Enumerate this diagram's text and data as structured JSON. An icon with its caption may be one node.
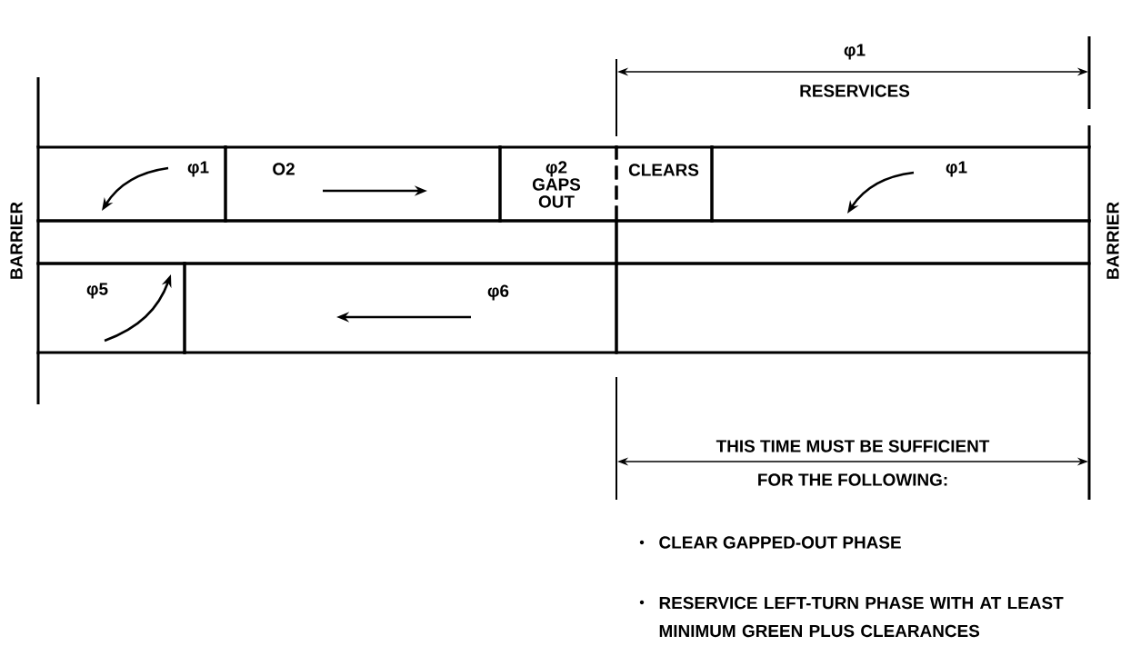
{
  "diagram": {
    "nodes": [
      {
        "text": [
          "φ1"
        ]
      },
      {
        "text": [
          "O2"
        ]
      },
      {
        "text": [
          "φ2 GAPS OUT"
        ]
      },
      {
        "text": [
          "CLEARS"
        ]
      },
      {
        "text": [
          "φ1"
        ]
      },
      {
        "text": [],
        "shape": "box"
      },
      {
        "text": [],
        "shape": "box"
      },
      {
        "text": [
          "φ5"
        ]
      },
      {
        "text": [
          "φ6"
        ]
      },
      {
        "text": [],
        "shape": "box"
      }
    ],
    "labels": [
      "φ1",
      "RESERVICES",
      "BARRIER",
      "BARRIER",
      "THIS TIME MUST BE SUFFICIENT",
      "FOR THE FOLLOWING:",
      "CLEAR GAPPED-OUT PHASE",
      "RESERVICE LEFT-TURN PHASE WITH AT LEAST MINIMUM GREEN PLUS CLEARANCES"
    ]
  }
}
